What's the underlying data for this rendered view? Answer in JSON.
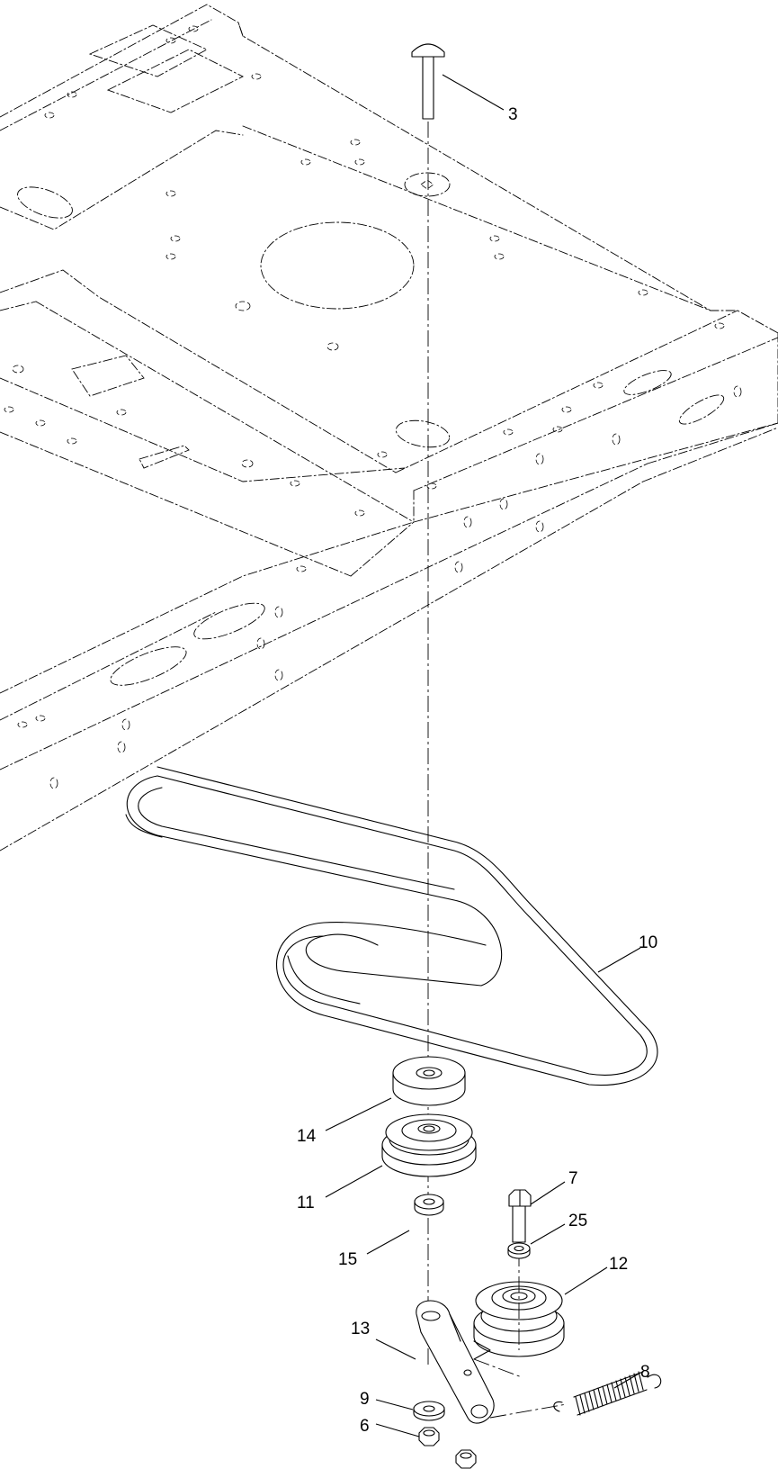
{
  "diagram": {
    "callouts": [
      {
        "id": "c3",
        "text": "3"
      },
      {
        "id": "c10",
        "text": "10"
      },
      {
        "id": "c14",
        "text": "14"
      },
      {
        "id": "c11",
        "text": "11"
      },
      {
        "id": "c7",
        "text": "7"
      },
      {
        "id": "c25",
        "text": "25"
      },
      {
        "id": "c15",
        "text": "15"
      },
      {
        "id": "c12",
        "text": "12"
      },
      {
        "id": "c13",
        "text": "13"
      },
      {
        "id": "c8",
        "text": "8"
      },
      {
        "id": "c9",
        "text": "9"
      },
      {
        "id": "c6",
        "text": "6"
      }
    ]
  }
}
